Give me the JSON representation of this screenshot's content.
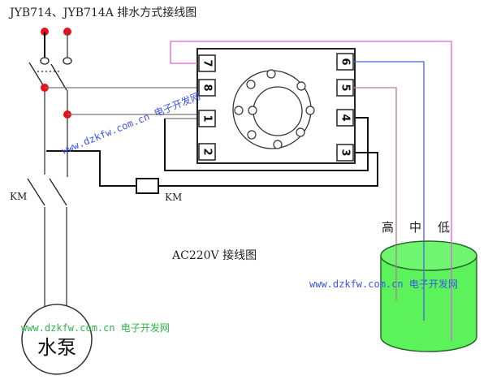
{
  "title": "JYB714、JYB714A 排水方式接线图",
  "subtitle": "AC220V 接线图",
  "relay": {
    "left_pins": [
      "7",
      "8",
      "1",
      "2"
    ],
    "right_pins": [
      "6",
      "5",
      "4",
      "3"
    ]
  },
  "contactor": {
    "contact_label": "KM",
    "coil_label": "KM"
  },
  "pump_label": "水泵",
  "tank": {
    "levels": [
      "高",
      "中",
      "低"
    ],
    "fill_color": "#5cf25c"
  },
  "wire_colors": {
    "pin7_low": "#e060e0",
    "pin6_mid": "#4a5ef0",
    "pin5_high": "#b08090",
    "power": "#111111",
    "supply_dot": "#e8101a"
  },
  "watermarks": {
    "diagonal": "www.dzkfw.com.cn 电子开发网",
    "tank": "www.dzkfw.com.cn 电子开发网",
    "pump": "www.dzkfw.com.cn 电子开发网"
  }
}
